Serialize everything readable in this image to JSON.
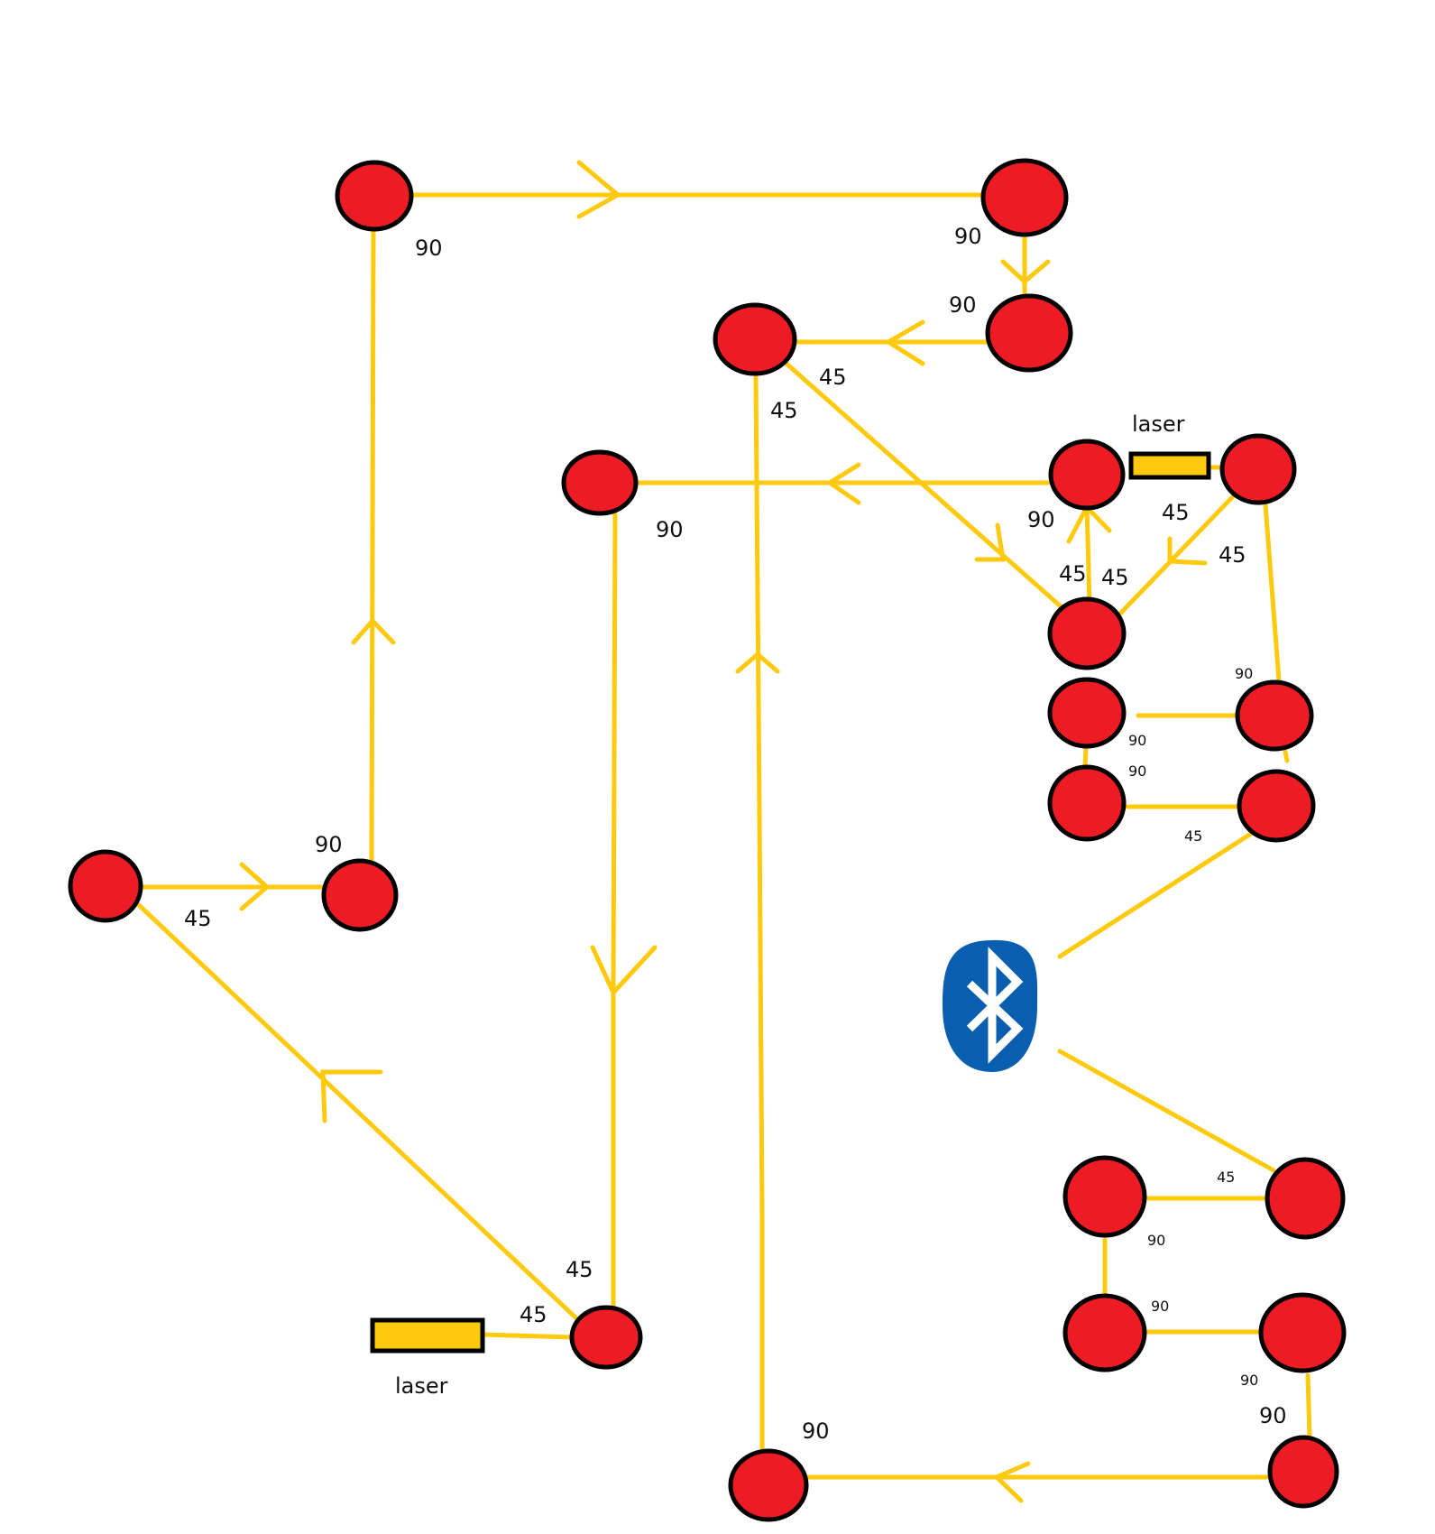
{
  "diagram": {
    "colors": {
      "node_fill": "#ED1C24",
      "node_stroke": "#000000",
      "path": "#FFC90E",
      "bluetooth": "#0A5EB0"
    },
    "nodes": [
      {
        "id": "n1",
        "label": "90"
      },
      {
        "id": "n2",
        "label": "90"
      },
      {
        "id": "n3",
        "label": "90"
      },
      {
        "id": "n4",
        "label": "45"
      },
      {
        "id": "n5",
        "label": "90"
      },
      {
        "id": "n6",
        "label": "90"
      },
      {
        "id": "n7",
        "label": "45"
      },
      {
        "id": "n8",
        "label": "45"
      },
      {
        "id": "n9",
        "label": "45"
      },
      {
        "id": "n10",
        "label": "90"
      },
      {
        "id": "n11",
        "label": "90"
      },
      {
        "id": "n12",
        "label": "90"
      },
      {
        "id": "n13",
        "label": "45"
      },
      {
        "id": "n14",
        "label": "90"
      },
      {
        "id": "n15",
        "label": "45"
      },
      {
        "id": "n16",
        "label": "90"
      },
      {
        "id": "n17",
        "label": "90"
      },
      {
        "id": "n18",
        "label": "90"
      },
      {
        "id": "n19",
        "label": "90"
      },
      {
        "id": "n20",
        "label": "45"
      },
      {
        "id": "n21",
        "label": "90"
      },
      {
        "id": "n22",
        "label": "90"
      }
    ],
    "labels": [
      {
        "text": "90"
      },
      {
        "text": "90"
      },
      {
        "text": "90"
      },
      {
        "text": "45"
      },
      {
        "text": "45"
      },
      {
        "text": "90"
      },
      {
        "text": "90"
      },
      {
        "text": "45"
      },
      {
        "text": "45"
      },
      {
        "text": "45"
      },
      {
        "text": "45"
      },
      {
        "text": "90"
      },
      {
        "text": "90"
      },
      {
        "text": "90"
      },
      {
        "text": "45"
      },
      {
        "text": "90"
      },
      {
        "text": "45"
      },
      {
        "text": "45"
      },
      {
        "text": "45"
      },
      {
        "text": "45"
      },
      {
        "text": "90"
      },
      {
        "text": "90"
      },
      {
        "text": "90"
      },
      {
        "text": "90"
      },
      {
        "text": "90"
      }
    ],
    "lasers": [
      {
        "label": "laser"
      },
      {
        "label": "laser"
      }
    ],
    "bluetooth_icon": "bluetooth-icon"
  }
}
